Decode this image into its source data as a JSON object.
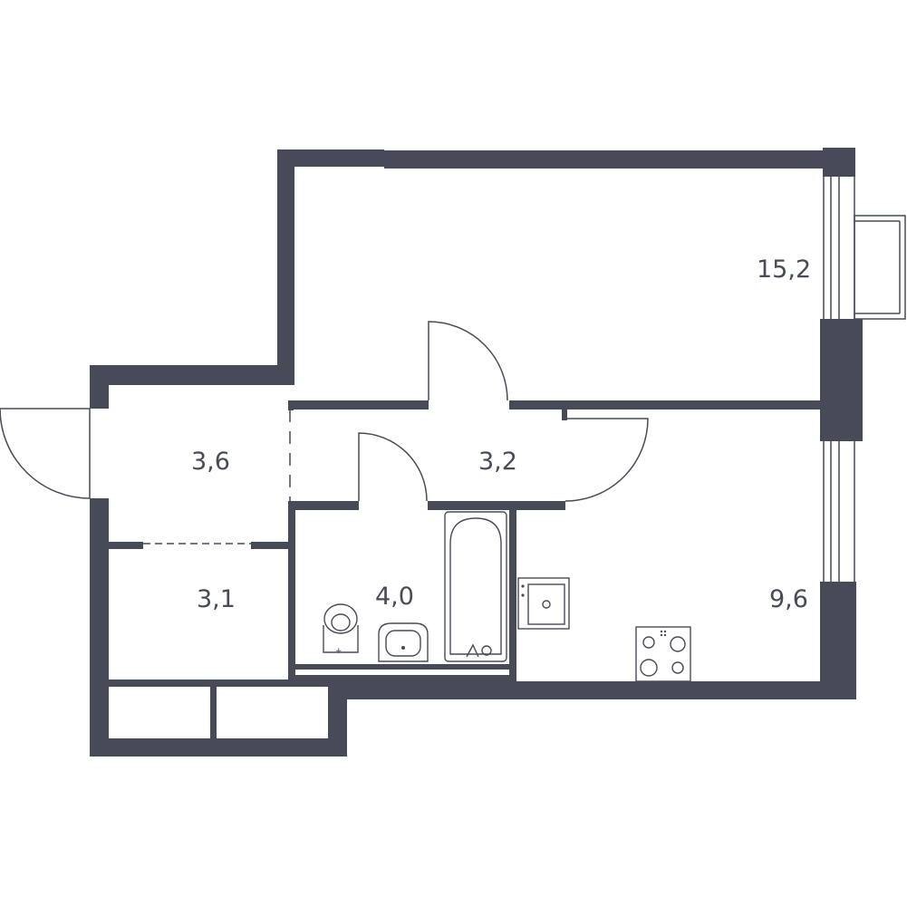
{
  "floor_plan": {
    "wall_color": "#474b57",
    "background": "#ffffff",
    "rooms": [
      {
        "id": "living-room",
        "area": "15,2"
      },
      {
        "id": "hallway",
        "area": "3,6"
      },
      {
        "id": "corridor",
        "area": "3,2"
      },
      {
        "id": "storage",
        "area": "3,1"
      },
      {
        "id": "bathroom",
        "area": "4,0"
      },
      {
        "id": "kitchen",
        "area": "9,6"
      }
    ],
    "fixtures": [
      "toilet-icon",
      "sink-icon",
      "bathtub-icon",
      "kitchen-sink-icon",
      "stove-icon"
    ]
  }
}
